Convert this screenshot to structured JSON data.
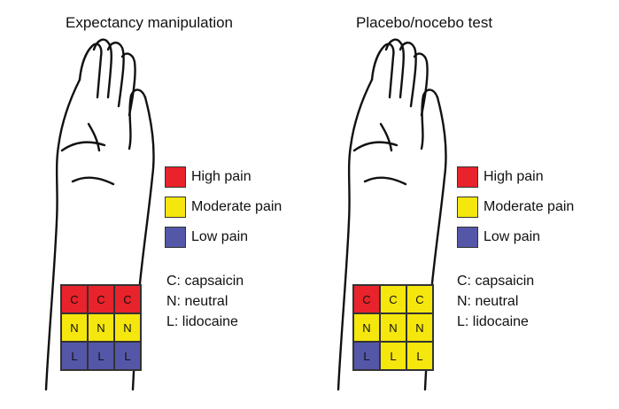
{
  "colors": {
    "high": "#e8232b",
    "moderate": "#f5e60e",
    "low": "#5457a8"
  },
  "legend": [
    {
      "label": "High pain",
      "level": "high"
    },
    {
      "label": "Moderate pain",
      "level": "moderate"
    },
    {
      "label": "Low pain",
      "level": "low"
    }
  ],
  "abbreviations": [
    "C: capsaicin",
    "N: neutral",
    "L: lidocaine"
  ],
  "panels": [
    {
      "title": "Expectancy manipulation",
      "grid": [
        [
          {
            "t": "C",
            "c": "high"
          },
          {
            "t": "C",
            "c": "high"
          },
          {
            "t": "C",
            "c": "high"
          }
        ],
        [
          {
            "t": "N",
            "c": "moderate"
          },
          {
            "t": "N",
            "c": "moderate"
          },
          {
            "t": "N",
            "c": "moderate"
          }
        ],
        [
          {
            "t": "L",
            "c": "low"
          },
          {
            "t": "L",
            "c": "low"
          },
          {
            "t": "L",
            "c": "low"
          }
        ]
      ]
    },
    {
      "title": "Placebo/nocebo test",
      "grid": [
        [
          {
            "t": "C",
            "c": "high"
          },
          {
            "t": "C",
            "c": "moderate"
          },
          {
            "t": "C",
            "c": "moderate"
          }
        ],
        [
          {
            "t": "N",
            "c": "moderate"
          },
          {
            "t": "N",
            "c": "moderate"
          },
          {
            "t": "N",
            "c": "moderate"
          }
        ],
        [
          {
            "t": "L",
            "c": "low"
          },
          {
            "t": "L",
            "c": "moderate"
          },
          {
            "t": "L",
            "c": "moderate"
          }
        ]
      ]
    }
  ]
}
